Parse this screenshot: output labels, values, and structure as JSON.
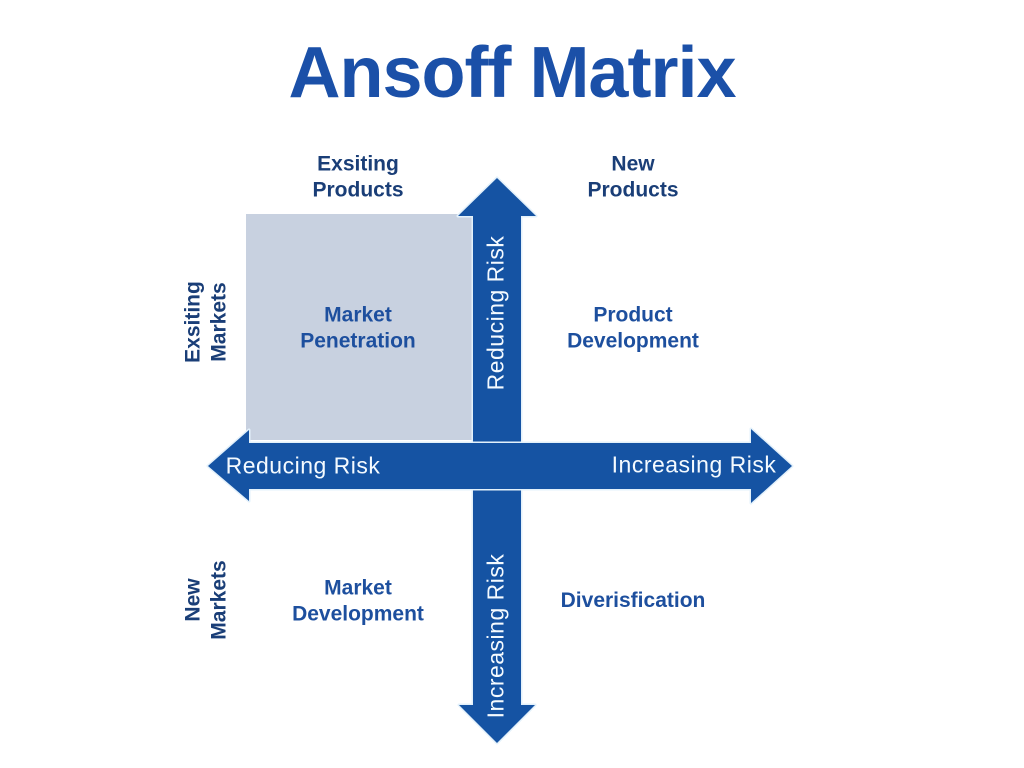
{
  "title": {
    "text": "Ansoff Matrix"
  },
  "matrix": {
    "column_headers": [
      {
        "label": "Exsiting\nProducts"
      },
      {
        "label": "New\nProducts"
      }
    ],
    "row_headers": [
      {
        "label": "Exsiting\nMarkets"
      },
      {
        "label": "New\nMarkets"
      }
    ],
    "quadrants": [
      {
        "label": "Market\nPenetration",
        "highlighted": true
      },
      {
        "label": "Product\nDevelopment",
        "highlighted": false
      },
      {
        "label": "Market\nDevelopment",
        "highlighted": false
      },
      {
        "label": "Diverisfication",
        "highlighted": false
      }
    ]
  },
  "arrows": {
    "vertical": {
      "up_label": "Reducing Risk",
      "down_label": "Increasing Risk"
    },
    "horizontal": {
      "left_label": "Reducing Risk",
      "right_label": "Increasing Risk"
    }
  },
  "colors": {
    "background": "#ffffff",
    "title_blue": "#1b50a8",
    "arrow_blue": "#1553a3",
    "header_navy": "#1a3e77",
    "quadrant_blue": "#1d4f9e",
    "highlight_box": "#c8d1e0",
    "arrow_label_white": "#f4faff"
  }
}
